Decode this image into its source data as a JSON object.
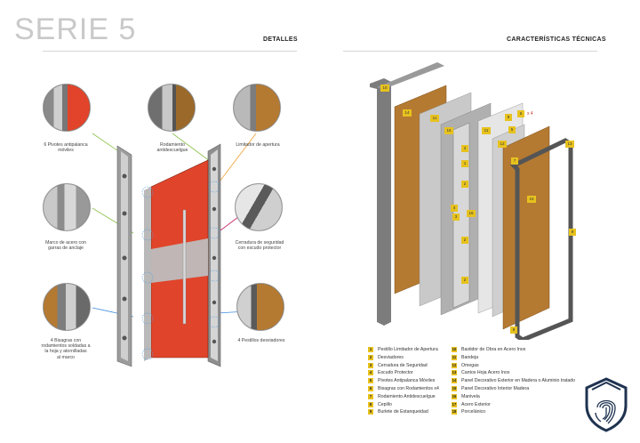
{
  "title": "SERIE 5",
  "left_section": {
    "header": "DETALLES"
  },
  "right_section": {
    "header": "CARACTERÍSTICAS TÉCNICAS"
  },
  "callouts": [
    {
      "id": "pivotes",
      "caption": [
        "6 Pivotes antipalanca",
        "móviles"
      ]
    },
    {
      "id": "rodamiento",
      "caption": [
        "Rodamiento",
        "antidescuelgue"
      ]
    },
    {
      "id": "limitador",
      "caption": [
        "Limitador de apertura"
      ]
    },
    {
      "id": "marco",
      "caption": [
        "Marco de acero con",
        "garras de anclaje"
      ]
    },
    {
      "id": "cerradura",
      "caption": [
        "Cerradura de seguridad",
        "con escudo protector"
      ]
    },
    {
      "id": "bisagras",
      "caption": [
        "4 Bisagras con",
        "rodamientos soldadas a",
        "la hoja y atornilladas",
        "al marco"
      ]
    },
    {
      "id": "pestillos",
      "caption": [
        "4 Pestillos desviadores"
      ]
    }
  ],
  "exploded_labels": {
    "l1": "1",
    "l2": "2",
    "l3": "3",
    "l4": "4",
    "l5": "5",
    "l6": "6",
    "l7": "7",
    "l8": "8",
    "l9": "9",
    "l10": "10",
    "l11": "11",
    "l12": "12",
    "l13": "13",
    "l14": "14",
    "l15": "15",
    "l16": "16",
    "x4": "x 4"
  },
  "legend": {
    "left": [
      {
        "num": "1",
        "text": "Pestillo Limitador de Apertura"
      },
      {
        "num": "2",
        "text": "Desviadores"
      },
      {
        "num": "3",
        "text": "Cerradura de Seguridad"
      },
      {
        "num": "4",
        "text": "Escudo Protector"
      },
      {
        "num": "5",
        "text": "Pivotes Antipalanca Móviles"
      },
      {
        "num": "6",
        "text": "Bisagras con Rodamientos x4"
      },
      {
        "num": "7",
        "text": "Rodamiento Antidescuelgue"
      },
      {
        "num": "8",
        "text": "Cepillo"
      },
      {
        "num": "9",
        "text": "Burlete de Estanqueidad"
      }
    ],
    "right": [
      {
        "num": "10",
        "text": "Bastidor de Obra en Acero Inox"
      },
      {
        "num": "11",
        "text": "Bandeja"
      },
      {
        "num": "12",
        "text": "Omegas"
      },
      {
        "num": "13",
        "text": "Cantos Hoja Acero Inox"
      },
      {
        "num": "14",
        "text": "Panel Decorativo Exterior en Madera o Aluminio tratado"
      },
      {
        "num": "15",
        "text": "Panel Decorativo Interior Madera"
      },
      {
        "num": "16",
        "text": "Manivela"
      },
      {
        "num": "17",
        "text": "Acero Exterior"
      },
      {
        "num": "18",
        "text": "Porcelánico"
      }
    ]
  },
  "colors": {
    "accent_yellow": "#e7c21e",
    "door_red": "#e0442a",
    "wood": "#b57a32",
    "steel": "#a9a9a9",
    "badge_navy": "#1f3350"
  }
}
